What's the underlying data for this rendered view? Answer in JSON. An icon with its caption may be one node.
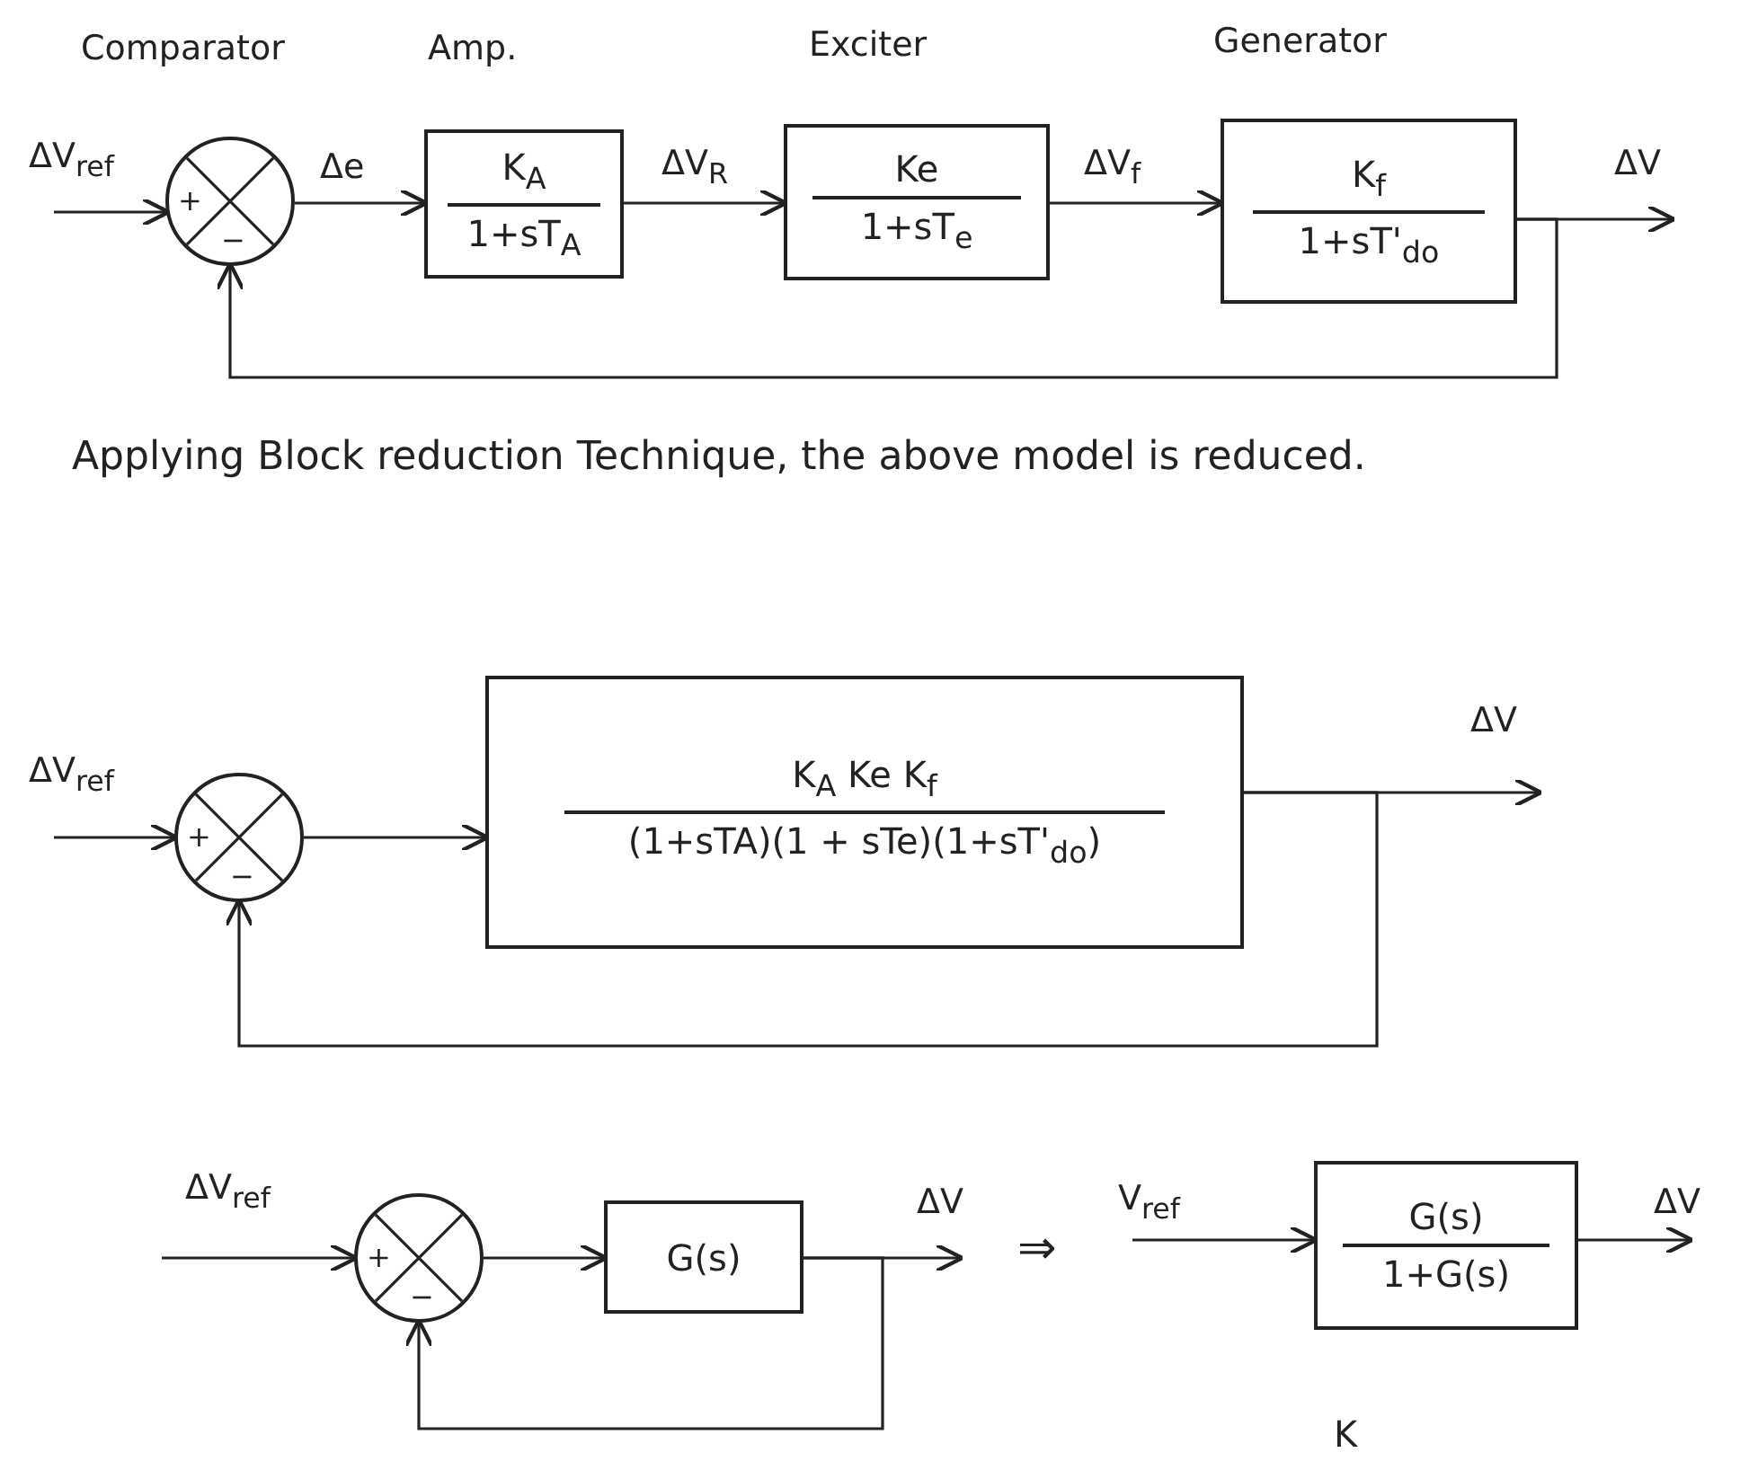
{
  "diagram": {
    "nodes": [
      {
        "text": [
          "+",
          "−"
        ],
        "beside": [
          "Comparator"
        ]
      },
      {
        "text": [
          "K$_{A}$",
          "1+sT$_{A}$"
        ],
        "beside": [
          "Amp."
        ]
      },
      {
        "text": [
          "Ke",
          "1+sT$_{e}$"
        ],
        "beside": [
          "Exciter"
        ]
      },
      {
        "text": [
          "K$_{f}$",
          "1+sT'$_{do}$"
        ],
        "beside": [
          "Generator"
        ]
      },
      {
        "text": [
          "+",
          "−"
        ]
      },
      {
        "text": [
          "K$_{A}$ Ke K$_{f}$",
          "(1+sTA)(1 + sTe)(1+sT'$_{do}$)"
        ]
      },
      {
        "text": [
          "+",
          "−"
        ]
      },
      {
        "text": [
          "G(s)"
        ]
      },
      {
        "text": [
          "G(s)",
          "1+G(s)"
        ]
      }
    ],
    "edges": [
      {
        "from": null,
        "to": 0,
        "arrow": "to",
        "label": "ΔV$_{ref}$"
      },
      {
        "from": 0,
        "to": 1,
        "arrow": "to",
        "label": "Δe"
      },
      {
        "from": 1,
        "to": 2,
        "arrow": "to",
        "label": "ΔV$_{R}$"
      },
      {
        "from": 2,
        "to": 3,
        "arrow": "to",
        "label": "ΔV$_{f}$"
      },
      {
        "from": 3,
        "to": null,
        "arrow": "to",
        "label": "ΔV"
      },
      {
        "from": 3,
        "to": 0,
        "arrow": "to"
      },
      {
        "from": null,
        "to": 4,
        "arrow": "to",
        "label": "ΔV$_{ref}$"
      },
      {
        "from": 4,
        "to": 5,
        "arrow": "to"
      },
      {
        "from": 5,
        "to": null,
        "arrow": "to",
        "label": "ΔV"
      },
      {
        "from": 5,
        "to": 4,
        "arrow": "to"
      },
      {
        "from": null,
        "to": 6,
        "arrow": "to",
        "label": "ΔV$_{ref}$"
      },
      {
        "from": 6,
        "to": 7,
        "arrow": "to"
      },
      {
        "from": 7,
        "to": null,
        "arrow": "to",
        "label": "ΔV"
      },
      {
        "from": 7,
        "to": 6,
        "arrow": "to"
      },
      {
        "from": null,
        "to": 8,
        "arrow": "to",
        "label": "V$_{ref}$"
      },
      {
        "from": 8,
        "to": null,
        "arrow": "to",
        "label": "ΔV"
      }
    ],
    "labels": [
      "Applying Block reduction Technique, the above model is reduced.",
      "⇒",
      "K"
    ]
  }
}
